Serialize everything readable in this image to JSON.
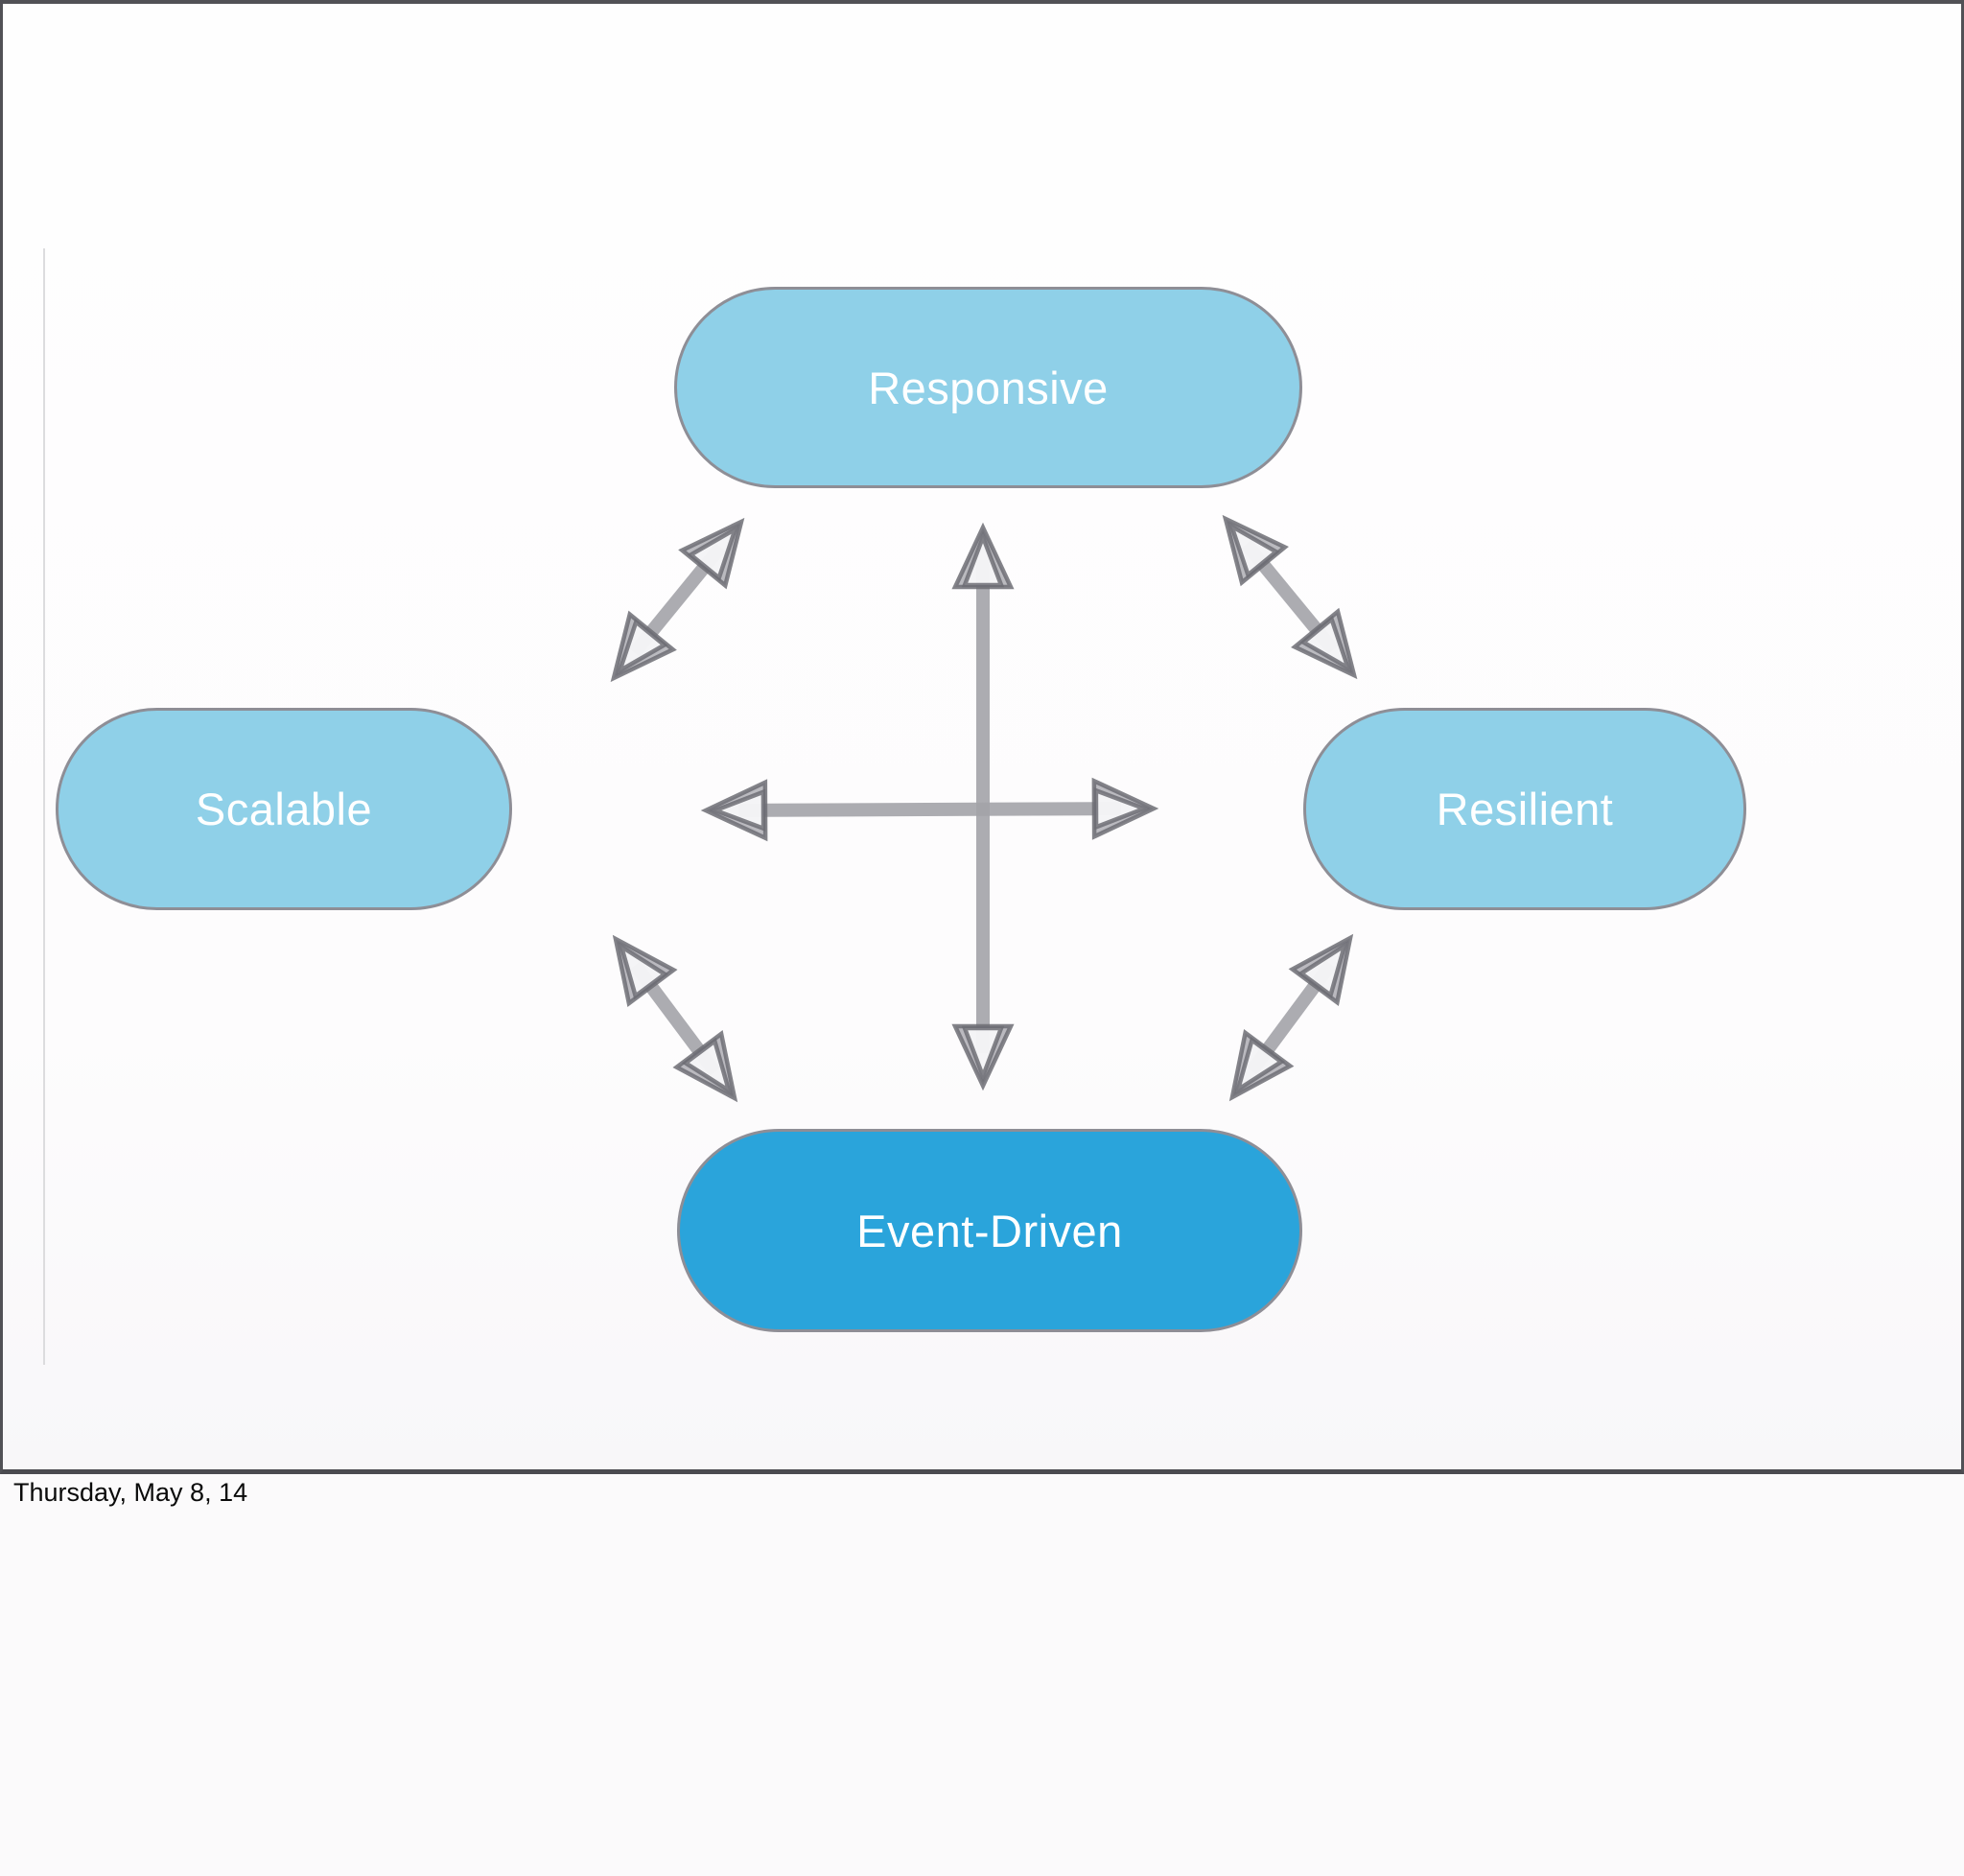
{
  "slide": {
    "nodes": [
      {
        "id": "responsive",
        "label": "Responsive",
        "fill": "#8fd0e8"
      },
      {
        "id": "scalable",
        "label": "Scalable",
        "fill": "#8fd0e8"
      },
      {
        "id": "resilient",
        "label": "Resilient",
        "fill": "#8fd0e8"
      },
      {
        "id": "event_driven",
        "label": "Event-Driven",
        "fill": "#2aa4db"
      }
    ],
    "edges": [
      {
        "from": "responsive",
        "to": "event_driven",
        "bidirectional": true
      },
      {
        "from": "scalable",
        "to": "resilient",
        "bidirectional": true
      },
      {
        "from": "responsive",
        "to": "scalable",
        "bidirectional": true
      },
      {
        "from": "responsive",
        "to": "resilient",
        "bidirectional": true
      },
      {
        "from": "scalable",
        "to": "event_driven",
        "bidirectional": true
      },
      {
        "from": "resilient",
        "to": "event_driven",
        "bidirectional": true
      }
    ]
  },
  "footer": {
    "text": "Thursday, May 8, 14"
  },
  "colors": {
    "node_light_blue": "#8fd0e8",
    "node_dark_blue": "#2aa4db",
    "node_border": "#8e8e96",
    "arrow_shaft": "#a3a3a9",
    "arrow_outline": "#6d6d74",
    "slide_border": "#515156",
    "footer_text": "#0a0a0a"
  }
}
